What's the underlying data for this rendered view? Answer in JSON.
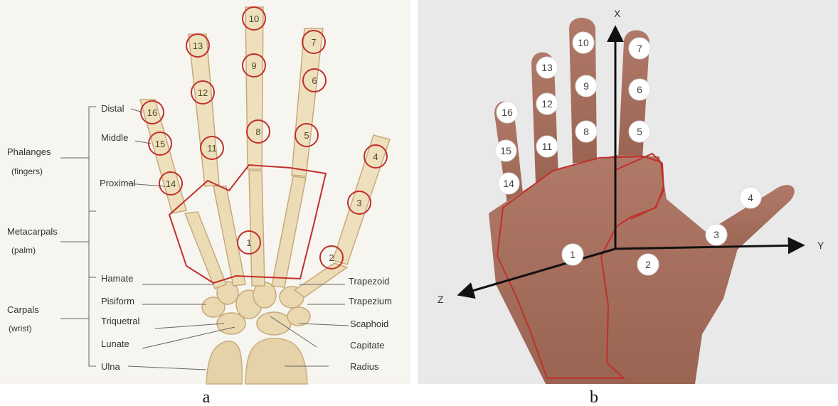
{
  "panel_a": {
    "caption": "a",
    "groups": {
      "phalanges": "Phalanges",
      "phalanges_sub": "(fingers)",
      "metacarpals": "Metacarpals",
      "metacarpals_sub": "(palm)",
      "carpals": "Carpals",
      "carpals_sub": "(wrist)"
    },
    "phalanx_labels": {
      "distal": "Distal",
      "middle": "Middle",
      "proximal": "Proximal"
    },
    "bones_left": {
      "hamate": "Hamate",
      "pisiform": "Pisiform",
      "triquetral": "Triquetral",
      "lunate": "Lunate",
      "ulna": "Ulna"
    },
    "bones_right": {
      "trapezoid": "Trapezoid",
      "trapezium": "Trapezium",
      "scaphoid": "Scaphoid",
      "capitate": "Capitate",
      "radius": "Radius"
    },
    "markers": [
      "1",
      "2",
      "3",
      "4",
      "5",
      "6",
      "7",
      "8",
      "9",
      "10",
      "11",
      "12",
      "13",
      "14",
      "15",
      "16"
    ]
  },
  "panel_b": {
    "caption": "b",
    "axes": {
      "x": "X",
      "y": "Y",
      "z": "Z"
    },
    "markers": [
      "1",
      "2",
      "3",
      "4",
      "5",
      "6",
      "7",
      "8",
      "9",
      "10",
      "11",
      "12",
      "13",
      "14",
      "15",
      "16"
    ]
  },
  "colors": {
    "outline_red": "#c0302a",
    "bone": "#ead9b0",
    "skin": "#a66e5c",
    "background_b": "#e8e8e8"
  }
}
